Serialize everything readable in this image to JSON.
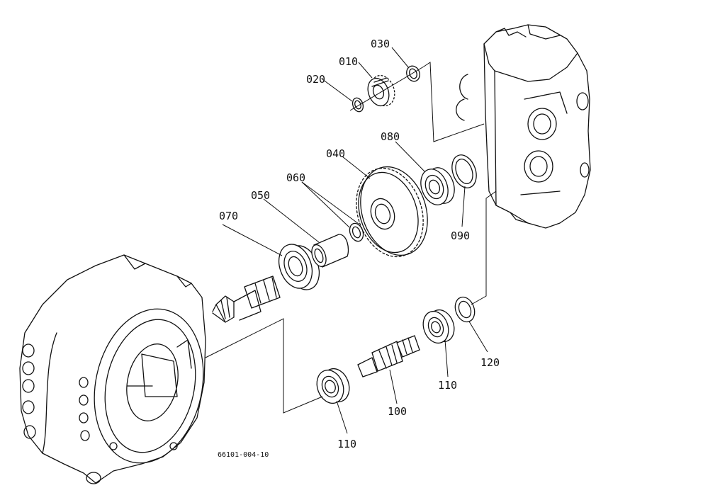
{
  "parts": [
    {
      "key": "p010",
      "label": "010"
    },
    {
      "key": "p020",
      "label": "020"
    },
    {
      "key": "p030",
      "label": "030"
    },
    {
      "key": "p040",
      "label": "040"
    },
    {
      "key": "p050",
      "label": "050"
    },
    {
      "key": "p060",
      "label": "060"
    },
    {
      "key": "p070",
      "label": "070"
    },
    {
      "key": "p080",
      "label": "080"
    },
    {
      "key": "p090",
      "label": "090"
    },
    {
      "key": "p100",
      "label": "100"
    },
    {
      "key": "p110a",
      "label": "110"
    },
    {
      "key": "p110b",
      "label": "110"
    },
    {
      "key": "p120",
      "label": "120"
    }
  ],
  "drawing_code": "66101-004-10"
}
